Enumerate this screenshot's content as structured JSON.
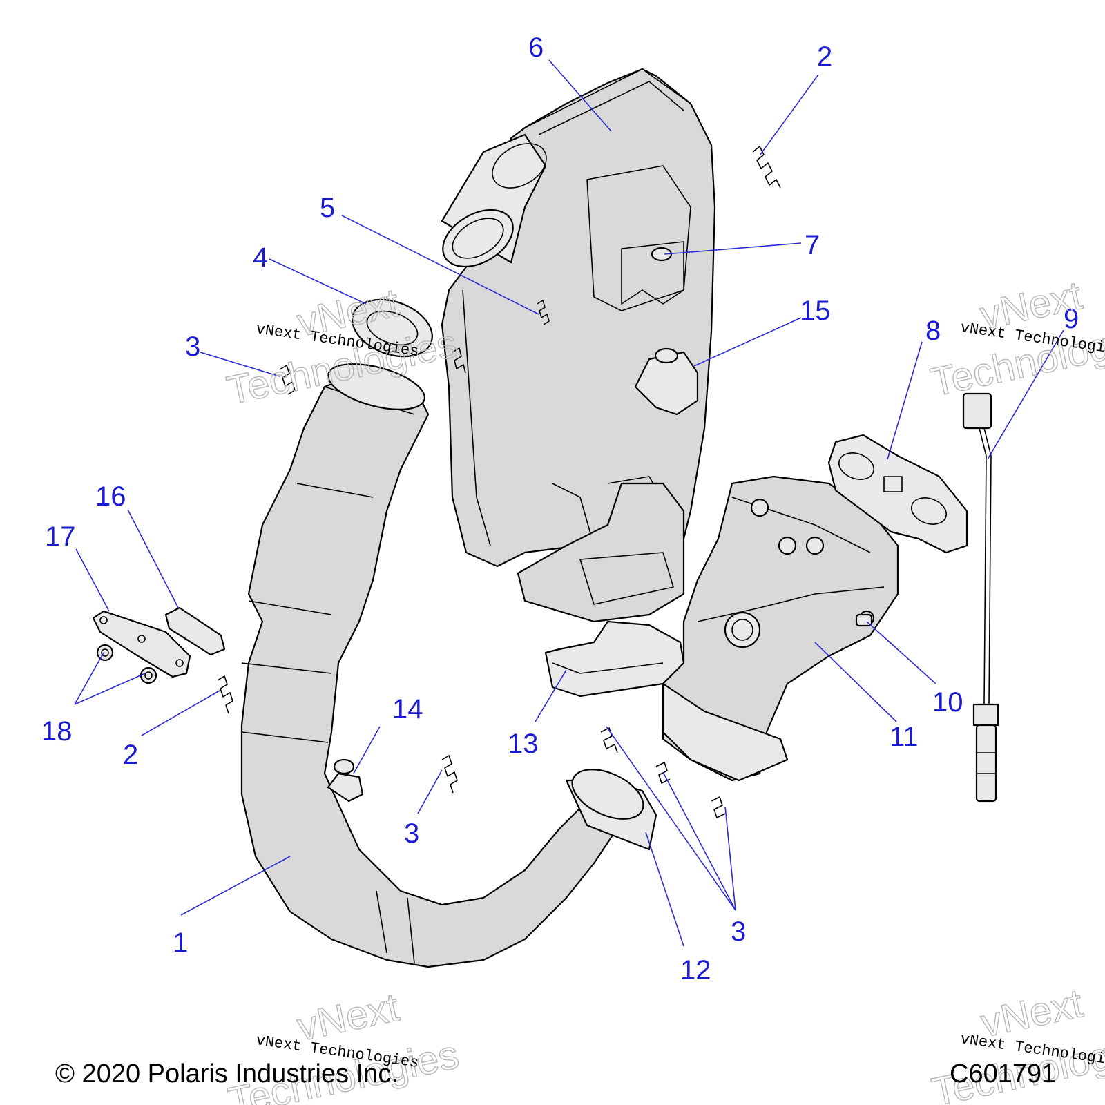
{
  "callouts": {
    "c1": "1",
    "c2a": "2",
    "c2b": "2",
    "c3a": "3",
    "c3b": "3",
    "c3c": "3",
    "c4": "4",
    "c5": "5",
    "c6": "6",
    "c7": "7",
    "c8": "8",
    "c9": "9",
    "c10": "10",
    "c11": "11",
    "c12": "12",
    "c13": "13",
    "c14": "14",
    "c15": "15",
    "c16": "16",
    "c17": "17",
    "c18": "18"
  },
  "watermark": {
    "company": "vNext Technologies",
    "line1": "vNext",
    "line2": "Technologies"
  },
  "footer": {
    "copyright": "© 2020 Polaris Industries Inc.",
    "figure_id": "C601791"
  },
  "colors": {
    "callout": "#1a1ad0",
    "part_fill": "#d9d9d9",
    "line": "#000000"
  }
}
